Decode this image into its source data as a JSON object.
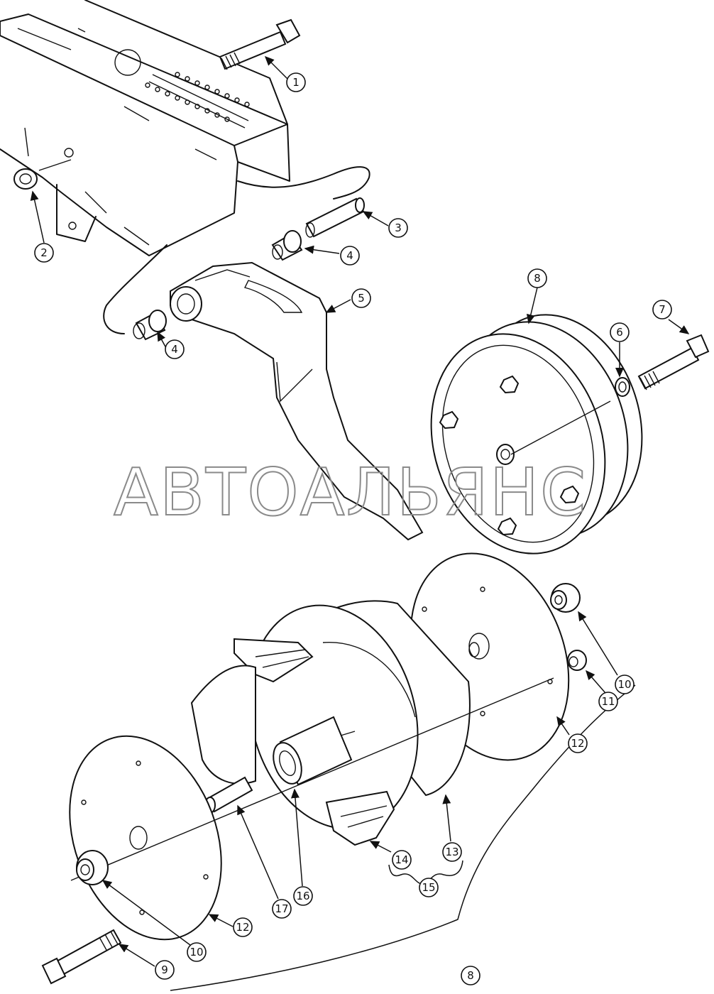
{
  "watermark": "АВТОАЛЬЯНС",
  "callouts": [
    {
      "id": "1",
      "label": "1"
    },
    {
      "id": "2",
      "label": "2"
    },
    {
      "id": "3",
      "label": "3"
    },
    {
      "id": "4a",
      "label": "4"
    },
    {
      "id": "4b",
      "label": "4"
    },
    {
      "id": "5",
      "label": "5"
    },
    {
      "id": "6",
      "label": "6"
    },
    {
      "id": "7",
      "label": "7"
    },
    {
      "id": "8a",
      "label": "8"
    },
    {
      "id": "8b",
      "label": "8"
    },
    {
      "id": "9",
      "label": "9"
    },
    {
      "id": "10a",
      "label": "10"
    },
    {
      "id": "10b",
      "label": "10"
    },
    {
      "id": "11",
      "label": "11"
    },
    {
      "id": "12a",
      "label": "12"
    },
    {
      "id": "12b",
      "label": "12"
    },
    {
      "id": "13",
      "label": "13"
    },
    {
      "id": "14",
      "label": "14"
    },
    {
      "id": "15",
      "label": "15"
    },
    {
      "id": "16",
      "label": "16"
    },
    {
      "id": "17",
      "label": "17"
    }
  ]
}
